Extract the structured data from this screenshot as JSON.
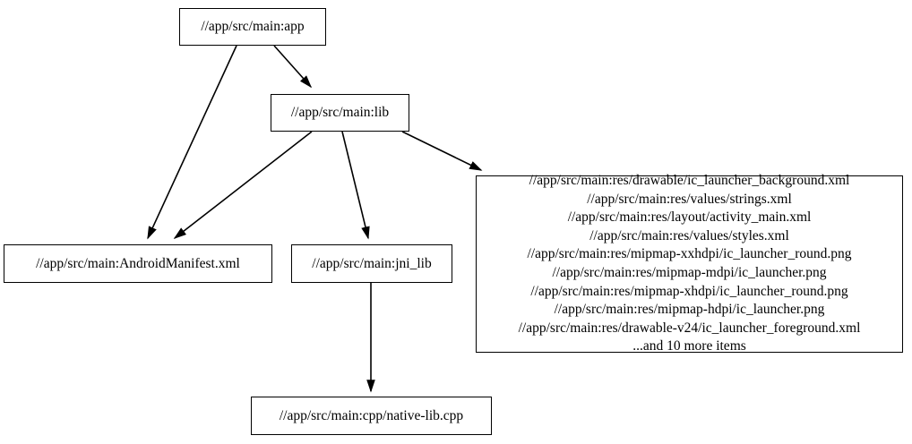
{
  "diagram": {
    "type": "directed-graph",
    "title": "",
    "background_color": "#ffffff",
    "node_border_color": "#000000",
    "node_fill_color": "#ffffff",
    "edge_color": "#000000",
    "nodes": [
      {
        "id": "app",
        "label": "//app/src/main:app"
      },
      {
        "id": "lib",
        "label": "//app/src/main:lib"
      },
      {
        "id": "manifest",
        "label": "//app/src/main:AndroidManifest.xml"
      },
      {
        "id": "jni_lib",
        "label": "//app/src/main:jni_lib"
      },
      {
        "id": "res_list",
        "lines": [
          "//app/src/main:res/drawable/ic_launcher_background.xml",
          "//app/src/main:res/values/strings.xml",
          "//app/src/main:res/layout/activity_main.xml",
          "//app/src/main:res/values/styles.xml",
          "//app/src/main:res/mipmap-xxhdpi/ic_launcher_round.png",
          "//app/src/main:res/mipmap-mdpi/ic_launcher.png",
          "//app/src/main:res/mipmap-xhdpi/ic_launcher_round.png",
          "//app/src/main:res/mipmap-hdpi/ic_launcher.png",
          "//app/src/main:res/drawable-v24/ic_launcher_foreground.xml",
          "...and 10 more items"
        ]
      },
      {
        "id": "native_lib",
        "label": "//app/src/main:cpp/native-lib.cpp"
      }
    ],
    "edges": [
      {
        "from": "app",
        "to": "manifest"
      },
      {
        "from": "app",
        "to": "lib"
      },
      {
        "from": "lib",
        "to": "manifest"
      },
      {
        "from": "lib",
        "to": "jni_lib"
      },
      {
        "from": "lib",
        "to": "res_list"
      },
      {
        "from": "jni_lib",
        "to": "native_lib"
      }
    ]
  }
}
